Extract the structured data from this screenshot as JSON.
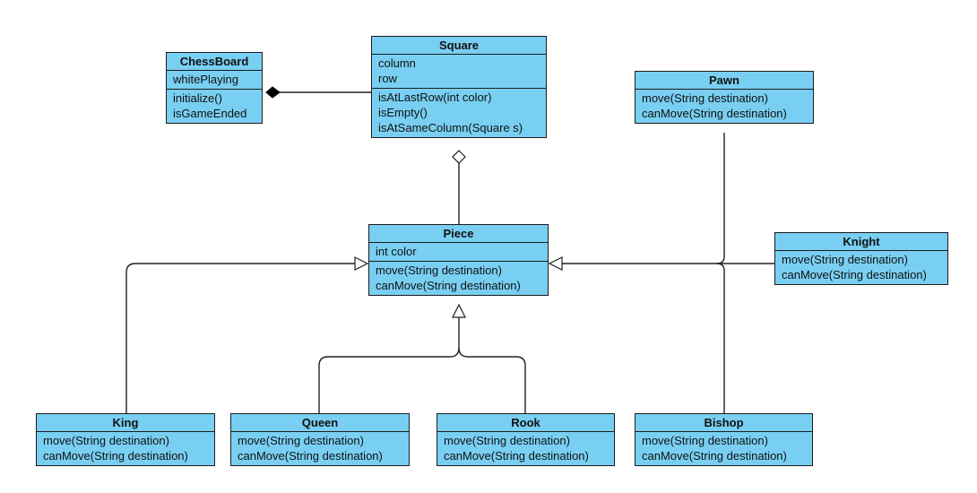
{
  "diagram": {
    "type": "uml-class-diagram",
    "classes": [
      {
        "id": "chessboard",
        "name": "ChessBoard",
        "attributes": [
          "whitePlaying"
        ],
        "methods": [
          "initialize()",
          "isGameEnded"
        ]
      },
      {
        "id": "square",
        "name": "Square",
        "attributes": [
          "column",
          "row"
        ],
        "methods": [
          "isAtLastRow(int color)",
          "isEmpty()",
          "isAtSameColumn(Square s)"
        ]
      },
      {
        "id": "pawn",
        "name": "Pawn",
        "attributes": [],
        "methods": [
          "move(String destination)",
          "canMove(String destination)"
        ]
      },
      {
        "id": "piece",
        "name": "Piece",
        "attributes": [
          "int color"
        ],
        "methods": [
          "move(String destination)",
          "canMove(String destination)"
        ]
      },
      {
        "id": "knight",
        "name": "Knight",
        "attributes": [],
        "methods": [
          "move(String destination)",
          "canMove(String destination)"
        ]
      },
      {
        "id": "king",
        "name": "King",
        "attributes": [],
        "methods": [
          "move(String destination)",
          "canMove(String destination)"
        ]
      },
      {
        "id": "queen",
        "name": "Queen",
        "attributes": [],
        "methods": [
          "move(String destination)",
          "canMove(String destination)"
        ]
      },
      {
        "id": "rook",
        "name": "Rook",
        "attributes": [],
        "methods": [
          "move(String destination)",
          "canMove(String destination)"
        ]
      },
      {
        "id": "bishop",
        "name": "Bishop",
        "attributes": [],
        "methods": [
          "move(String destination)",
          "canMove(String destination)"
        ]
      }
    ],
    "relationships": [
      {
        "type": "composition",
        "whole": "chessboard",
        "part": "square"
      },
      {
        "type": "aggregation",
        "whole": "square",
        "part": "piece"
      },
      {
        "type": "generalization",
        "child": "king",
        "parent": "piece"
      },
      {
        "type": "generalization",
        "child": "queen",
        "parent": "piece"
      },
      {
        "type": "generalization",
        "child": "rook",
        "parent": "piece"
      },
      {
        "type": "generalization",
        "child": "pawn",
        "parent": "piece"
      },
      {
        "type": "generalization",
        "child": "bishop",
        "parent": "piece"
      },
      {
        "type": "generalization",
        "child": "knight",
        "parent": "piece"
      }
    ]
  }
}
